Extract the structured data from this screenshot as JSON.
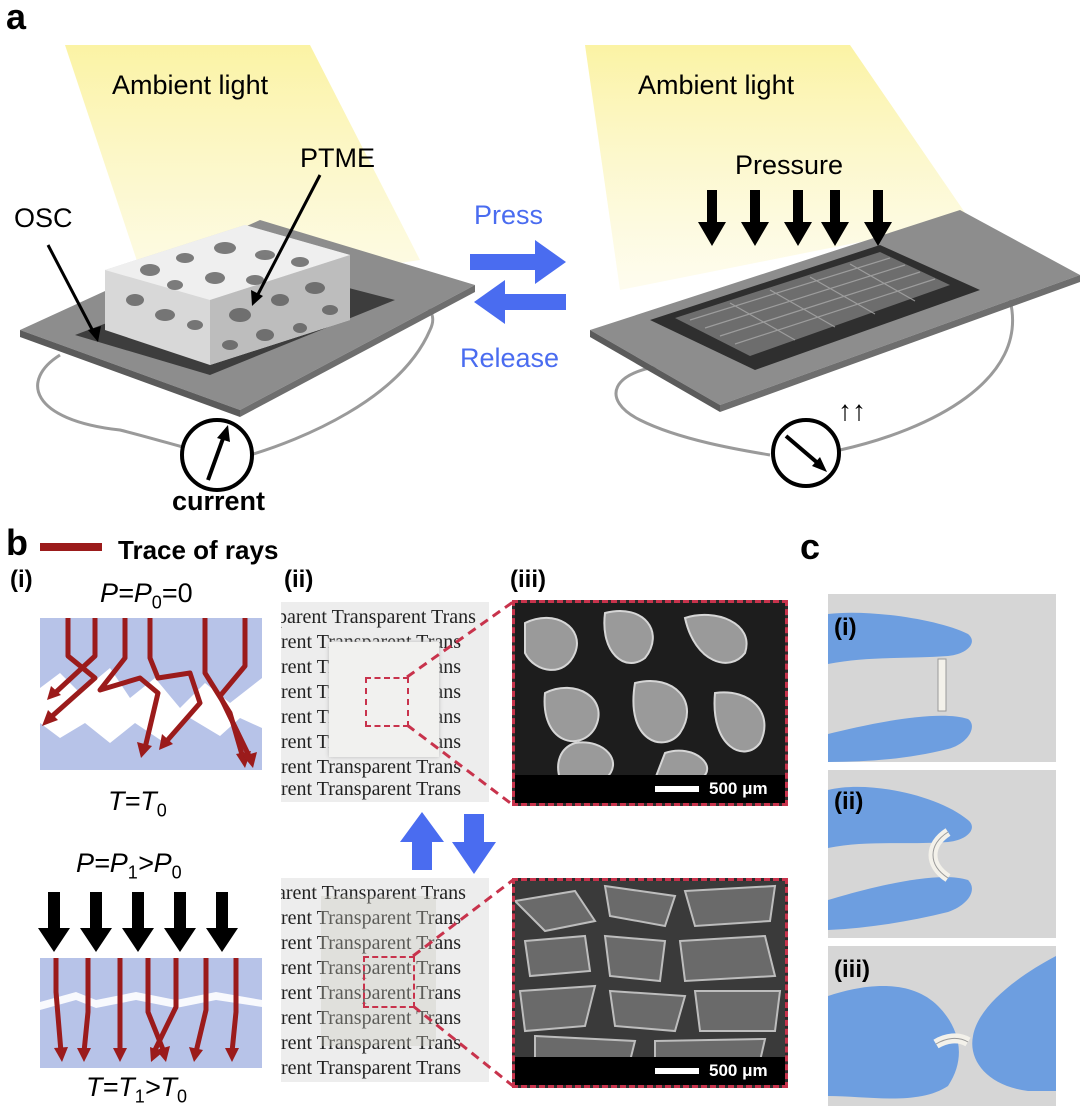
{
  "panel_a": {
    "letter": "a",
    "left": {
      "ambient_label": "Ambient light",
      "ptme_label": "PTME",
      "osc_label": "OSC",
      "current_label": "current"
    },
    "middle": {
      "press_label": "Press",
      "release_label": "Release"
    },
    "right": {
      "ambient_label": "Ambient light",
      "pressure_label": "Pressure",
      "up_arrows": "↑↑"
    }
  },
  "panel_b": {
    "letter": "b",
    "legend_label": "Trace of rays",
    "sub_i": "(i)",
    "sub_ii": "(ii)",
    "sub_iii": "(iii)",
    "top_eq_P": "P=P",
    "top_eq_sub": "0",
    "top_eq_rest": "=0",
    "top_T": "T=T",
    "top_T_sub": "0",
    "bot_eq_P": "P=P",
    "bot_eq_sub1": "1",
    "bot_eq_mid": ">P",
    "bot_eq_sub0": "0",
    "bot_T": "T=T",
    "bot_T_sub1": "1",
    "bot_T_mid": ">T",
    "bot_T_sub0": "0",
    "photo_text_rows_top": [
      "parent Transparent Trans",
      "rent Transparent Trans",
      "rent Transparent Trans",
      "rent Transparent Trans",
      "rent Transparent Trans",
      "rent Transparent Trans",
      "rent Transparent Trans",
      "rent Transparent Trans"
    ],
    "photo_text_rows_bottom": [
      "arent Transparent Trans",
      "rent Transparent Trans",
      "rent Transparent Trans",
      "rent Transparent Trans",
      "rent Transparent Trans",
      "rent Transparent Trans",
      "rent Transparent Trans",
      "rent Transparent Trans"
    ],
    "scale_top": "500 μm",
    "scale_bottom": "500 μm"
  },
  "panel_c": {
    "letter": "c",
    "sub_i": "(i)",
    "sub_ii": "(ii)",
    "sub_iii": "(iii)"
  },
  "colors": {
    "ray_red": "#9b1b1b",
    "glove_blue": "#6d9ee0",
    "sheet_blue": "#b7c3e8",
    "arrow_blue": "#4a6cf0",
    "dash_red": "#c8334c",
    "ambient_yellow": "#fbf3a4"
  }
}
